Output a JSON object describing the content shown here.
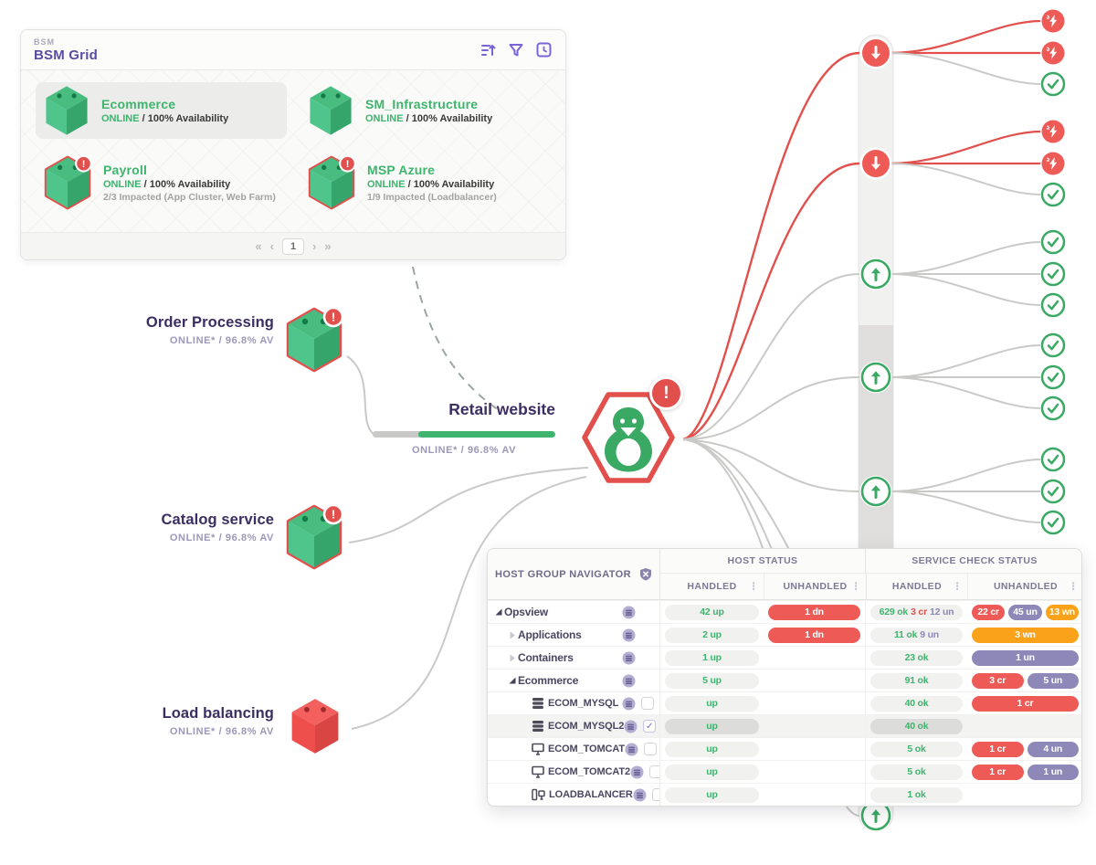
{
  "colors": {
    "green": "#3eb46e",
    "red": "#e2504d",
    "red_pill": "#ee5a56",
    "purple_pill": "#8d88b8",
    "orange": "#f9a21a",
    "brand_purple": "#6d5bd0",
    "heading_purple": "#3b2e63"
  },
  "icons": {
    "check_glyph": "✓",
    "kebab_glyph": "⋮",
    "exclamation": "!"
  },
  "bsm_panel": {
    "eyebrow": "BSM",
    "title": "BSM Grid",
    "tiles": [
      {
        "name": "Ecommerce",
        "status": "ONLINE",
        "sep": " / ",
        "availability": "100% Availability",
        "impacted": ""
      },
      {
        "name": "SM_Infrastructure",
        "status": "ONLINE",
        "sep": " / ",
        "availability": "100% Availability",
        "impacted": ""
      },
      {
        "name": "Payroll",
        "status": "ONLINE",
        "sep": " / ",
        "availability": "100% Availability",
        "impacted": "2/3 Impacted (App Cluster, Web Farm)"
      },
      {
        "name": "MSP Azure",
        "status": "ONLINE",
        "sep": " / ",
        "availability": "100% Availability",
        "impacted": "1/9 Impacted (Loadbalancer)"
      }
    ],
    "pagination": {
      "first": "«",
      "prev": "‹",
      "page": "1",
      "next": "›",
      "last": "»"
    }
  },
  "services": [
    {
      "name": "Order Processing",
      "status": "ONLINE* / 96.8% AV"
    },
    {
      "name": "Catalog service",
      "status": "ONLINE* / 96.8% AV"
    },
    {
      "name": "Load balancing",
      "status": "ONLINE* / 96.8% AV"
    }
  ],
  "root": {
    "name": "Retail website",
    "status": "ONLINE* / 96.8% AV",
    "progress_pct": 75
  },
  "navigator": {
    "title": "HOST GROUP NAVIGATOR",
    "group_headers": [
      "HOST STATUS",
      "SERVICE CHECK STATUS"
    ],
    "sub_headers": [
      "HANDLED",
      "UNHANDLED",
      "HANDLED",
      "UNHANDLED"
    ],
    "rows": [
      {
        "label": "Opsview",
        "level": 0,
        "expander": "expanded",
        "host_icon": null,
        "checkbox": null,
        "selected": false,
        "cells": {
          "host_handled": {
            "type": "segments",
            "segments": [
              {
                "text": "42 up",
                "color": "green"
              }
            ]
          },
          "host_unhandled": {
            "type": "pills",
            "pills": [
              {
                "text": "1 dn",
                "color": "red"
              }
            ]
          },
          "svc_handled": {
            "type": "segments",
            "segments": [
              {
                "text": "629 ok",
                "color": "green"
              },
              {
                "text": "3 cr",
                "color": "red"
              },
              {
                "text": "12 un",
                "color": "purple"
              }
            ]
          },
          "svc_unhandled": {
            "type": "pills",
            "pills": [
              {
                "text": "22 cr",
                "color": "red"
              },
              {
                "text": "45 un",
                "color": "purple"
              },
              {
                "text": "13 wn",
                "color": "orange"
              }
            ]
          }
        }
      },
      {
        "label": "Applications",
        "level": 1,
        "expander": "collapsed",
        "host_icon": null,
        "checkbox": null,
        "selected": false,
        "cells": {
          "host_handled": {
            "type": "segments",
            "segments": [
              {
                "text": "2 up",
                "color": "green"
              }
            ]
          },
          "host_unhandled": {
            "type": "pills",
            "pills": [
              {
                "text": "1 dn",
                "color": "red"
              }
            ]
          },
          "svc_handled": {
            "type": "segments",
            "segments": [
              {
                "text": "11 ok",
                "color": "green"
              },
              {
                "text": "9 un",
                "color": "purple"
              }
            ]
          },
          "svc_unhandled": {
            "type": "pills",
            "pills": [
              {
                "text": "3 wn",
                "color": "orange"
              }
            ]
          }
        }
      },
      {
        "label": "Containers",
        "level": 1,
        "expander": "collapsed",
        "host_icon": null,
        "checkbox": null,
        "selected": false,
        "cells": {
          "host_handled": {
            "type": "segments",
            "segments": [
              {
                "text": "1 up",
                "color": "green"
              }
            ]
          },
          "host_unhandled": {
            "type": "empty"
          },
          "svc_handled": {
            "type": "segments",
            "segments": [
              {
                "text": "23 ok",
                "color": "green"
              }
            ]
          },
          "svc_unhandled": {
            "type": "pills",
            "pills": [
              {
                "text": "1 un",
                "color": "purple"
              }
            ]
          }
        }
      },
      {
        "label": "Ecommerce",
        "level": 1,
        "expander": "expanded",
        "host_icon": null,
        "checkbox": null,
        "selected": false,
        "cells": {
          "host_handled": {
            "type": "segments",
            "segments": [
              {
                "text": "5 up",
                "color": "green"
              }
            ]
          },
          "host_unhandled": {
            "type": "empty"
          },
          "svc_handled": {
            "type": "segments",
            "segments": [
              {
                "text": "91 ok",
                "color": "green"
              }
            ]
          },
          "svc_unhandled": {
            "type": "pills",
            "pills": [
              {
                "text": "3 cr",
                "color": "red"
              },
              {
                "text": "5 un",
                "color": "purple"
              }
            ]
          }
        }
      },
      {
        "label": "ECOM_MYSQL",
        "level": 2,
        "expander": "leaf",
        "host_icon": "db",
        "checkbox": false,
        "selected": false,
        "cells": {
          "host_handled": {
            "type": "segments",
            "segments": [
              {
                "text": "up",
                "color": "green"
              }
            ]
          },
          "host_unhandled": {
            "type": "empty"
          },
          "svc_handled": {
            "type": "segments",
            "segments": [
              {
                "text": "40 ok",
                "color": "green"
              }
            ]
          },
          "svc_unhandled": {
            "type": "pills",
            "pills": [
              {
                "text": "1 cr",
                "color": "red"
              }
            ]
          }
        }
      },
      {
        "label": "ECOM_MYSQL2",
        "level": 2,
        "expander": "leaf",
        "host_icon": "db",
        "checkbox": true,
        "selected": true,
        "cells": {
          "host_handled": {
            "type": "segments",
            "segments": [
              {
                "text": "up",
                "color": "green"
              }
            ]
          },
          "host_unhandled": {
            "type": "empty"
          },
          "svc_handled": {
            "type": "segments",
            "segments": [
              {
                "text": "40 ok",
                "color": "green"
              }
            ]
          },
          "svc_unhandled": {
            "type": "empty"
          }
        }
      },
      {
        "label": "ECOM_TOMCAT",
        "level": 2,
        "expander": "leaf",
        "host_icon": "monitor",
        "checkbox": false,
        "selected": false,
        "cells": {
          "host_handled": {
            "type": "segments",
            "segments": [
              {
                "text": "up",
                "color": "green"
              }
            ]
          },
          "host_unhandled": {
            "type": "empty"
          },
          "svc_handled": {
            "type": "segments",
            "segments": [
              {
                "text": "5 ok",
                "color": "green"
              }
            ]
          },
          "svc_unhandled": {
            "type": "pills",
            "pills": [
              {
                "text": "1 cr",
                "color": "red"
              },
              {
                "text": "4 un",
                "color": "purple"
              }
            ]
          }
        }
      },
      {
        "label": "ECOM_TOMCAT2",
        "level": 2,
        "expander": "leaf",
        "host_icon": "monitor",
        "checkbox": false,
        "selected": false,
        "cells": {
          "host_handled": {
            "type": "segments",
            "segments": [
              {
                "text": "up",
                "color": "green"
              }
            ]
          },
          "host_unhandled": {
            "type": "empty"
          },
          "svc_handled": {
            "type": "segments",
            "segments": [
              {
                "text": "5 ok",
                "color": "green"
              }
            ]
          },
          "svc_unhandled": {
            "type": "pills",
            "pills": [
              {
                "text": "1 cr",
                "color": "red"
              },
              {
                "text": "1 un",
                "color": "purple"
              }
            ]
          }
        }
      },
      {
        "label": "LOADBALANCER",
        "level": 2,
        "expander": "leaf",
        "host_icon": "lb",
        "checkbox": false,
        "selected": false,
        "cells": {
          "host_handled": {
            "type": "segments",
            "segments": [
              {
                "text": "up",
                "color": "green"
              }
            ]
          },
          "host_unhandled": {
            "type": "empty"
          },
          "svc_handled": {
            "type": "segments",
            "segments": [
              {
                "text": "1 ok",
                "color": "green"
              }
            ]
          },
          "svc_unhandled": {
            "type": "empty"
          }
        }
      }
    ]
  },
  "tree": {
    "branches": [
      {
        "status": "down",
        "leaves": [
          "critical",
          "critical",
          "ok"
        ]
      },
      {
        "status": "down",
        "leaves": [
          "critical",
          "critical",
          "ok"
        ]
      },
      {
        "status": "up",
        "leaves": [
          "ok",
          "ok",
          "ok"
        ]
      },
      {
        "status": "up",
        "leaves": [
          "ok",
          "ok",
          "ok"
        ]
      },
      {
        "status": "up",
        "leaves": [
          "ok",
          "ok",
          "ok"
        ]
      },
      {
        "status": "up",
        "leaves": []
      }
    ]
  }
}
